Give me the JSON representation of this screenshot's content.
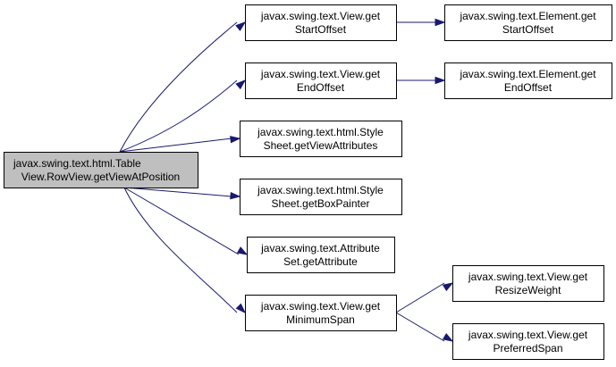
{
  "nodes": [
    {
      "id": "root",
      "lines": [
        "javax.swing.text.html.Table",
        "View.RowView.getViewAtPosition"
      ],
      "highlighted": true
    },
    {
      "id": "view-getstartoffset",
      "lines": [
        "javax.swing.text.View.get",
        "StartOffset"
      ]
    },
    {
      "id": "element-getstartoffset",
      "lines": [
        "javax.swing.text.Element.get",
        "StartOffset"
      ]
    },
    {
      "id": "view-getendoffset",
      "lines": [
        "javax.swing.text.View.get",
        "EndOffset"
      ]
    },
    {
      "id": "element-getendoffset",
      "lines": [
        "javax.swing.text.Element.get",
        "EndOffset"
      ]
    },
    {
      "id": "stylesheet-getviewattributes",
      "lines": [
        "javax.swing.text.html.Style",
        "Sheet.getViewAttributes"
      ]
    },
    {
      "id": "stylesheet-getboxpainter",
      "lines": [
        "javax.swing.text.html.Style",
        "Sheet.getBoxPainter"
      ]
    },
    {
      "id": "attributeset-getattribute",
      "lines": [
        "javax.swing.text.Attribute",
        "Set.getAttribute"
      ]
    },
    {
      "id": "view-getminimumspan",
      "lines": [
        "javax.swing.text.View.get",
        "MinimumSpan"
      ]
    },
    {
      "id": "view-getresizeweight",
      "lines": [
        "javax.swing.text.View.get",
        "ResizeWeight"
      ]
    },
    {
      "id": "view-getpreferredspan",
      "lines": [
        "javax.swing.text.View.get",
        "PreferredSpan"
      ]
    }
  ],
  "edges": [
    {
      "from": "root",
      "to": "view-getstartoffset"
    },
    {
      "from": "root",
      "to": "view-getendoffset"
    },
    {
      "from": "root",
      "to": "stylesheet-getviewattributes"
    },
    {
      "from": "root",
      "to": "stylesheet-getboxpainter"
    },
    {
      "from": "root",
      "to": "attributeset-getattribute"
    },
    {
      "from": "root",
      "to": "view-getminimumspan"
    },
    {
      "from": "view-getstartoffset",
      "to": "element-getstartoffset"
    },
    {
      "from": "view-getendoffset",
      "to": "element-getendoffset"
    },
    {
      "from": "view-getminimumspan",
      "to": "view-getresizeweight"
    },
    {
      "from": "view-getminimumspan",
      "to": "view-getpreferredspan"
    }
  ],
  "colors": {
    "edge": "#191970",
    "root_fill": "#bfbfbf",
    "node_fill": "#ffffff",
    "border": "#000000"
  }
}
